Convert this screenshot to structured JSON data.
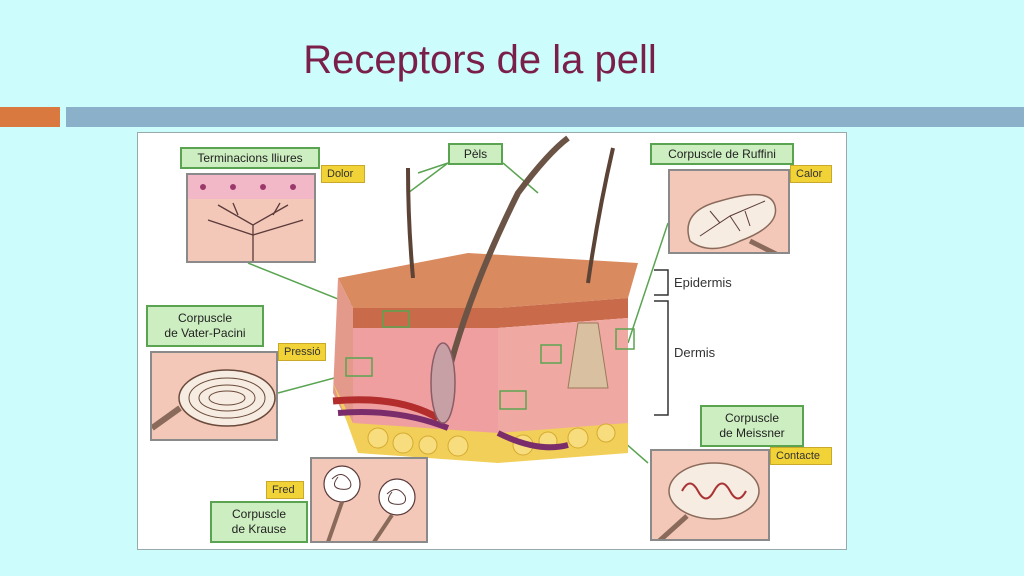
{
  "slide": {
    "title": "Receptors de la pell"
  },
  "diagram": {
    "labels": {
      "terminacions": "Terminacions lliures",
      "pels": "Pèls",
      "ruffini": "Corpuscle de Ruffini",
      "pacini_line1": "Corpuscle",
      "pacini_line2": "de Vater-Pacini",
      "meissner_line1": "Corpuscle",
      "meissner_line2": "de Meissner",
      "krause_line1": "Corpuscle",
      "krause_line2": "de Krause"
    },
    "tags": {
      "dolor": "Dolor",
      "calor": "Calor",
      "pressio": "Pressió",
      "contacte": "Contacte",
      "fred": "Fred"
    },
    "layers": {
      "epidermis": "Epidermis",
      "dermis": "Dermis"
    }
  }
}
